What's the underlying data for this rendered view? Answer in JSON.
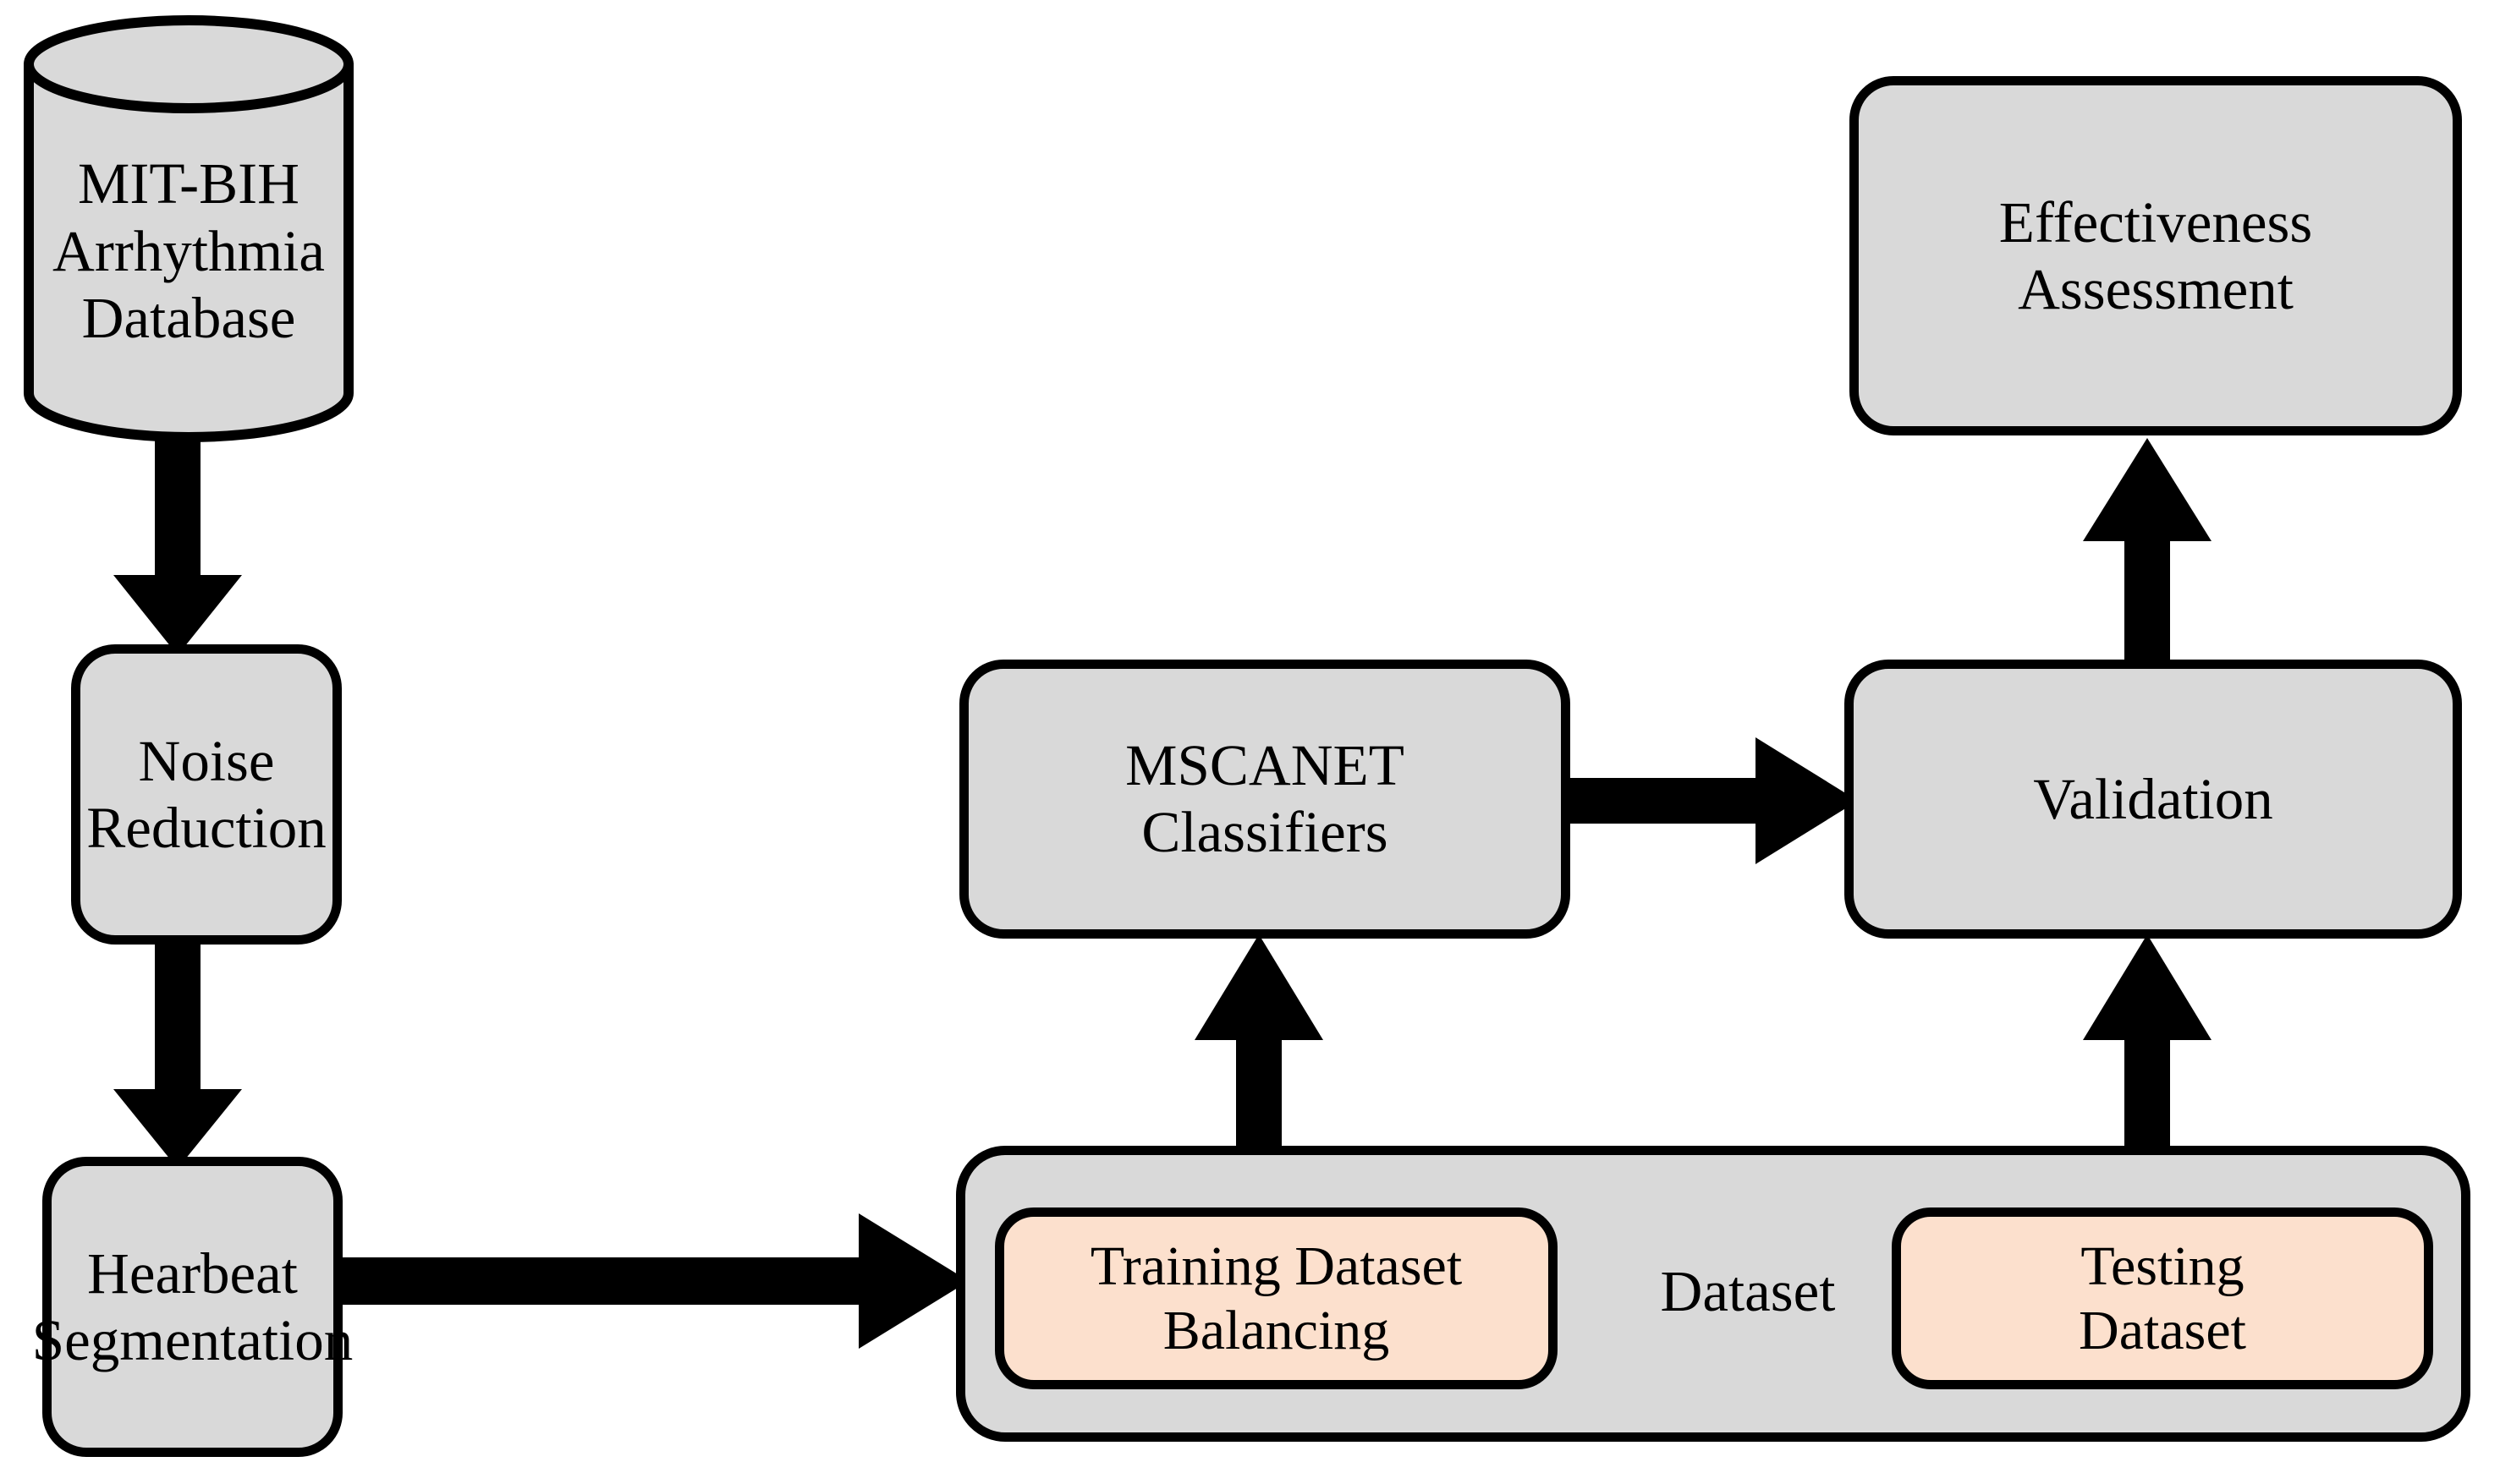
{
  "diagram": {
    "title": "MSCANET ECG arrhythmia classification workflow",
    "colors": {
      "node_fill": "#d9d9d9",
      "subnode_fill": "#fce0cd",
      "stroke": "#000000",
      "background": "#ffffff"
    },
    "nodes": [
      {
        "id": "database",
        "label": "MIT-BIH\nArrhythmia\nDatabase",
        "shape": "cylinder"
      },
      {
        "id": "noise",
        "label": "Noise\nReduction",
        "shape": "rounded-rect"
      },
      {
        "id": "segmentation",
        "label": "Hearbeat\nSegmentation",
        "shape": "rounded-rect"
      },
      {
        "id": "dataset-group",
        "label": "Dataset",
        "shape": "rounded-rect-group"
      },
      {
        "id": "training",
        "label": "Training Dataset\nBalancing",
        "shape": "rounded-rect-sub"
      },
      {
        "id": "testing",
        "label": "Testing\nDataset",
        "shape": "rounded-rect-sub"
      },
      {
        "id": "classifiers",
        "label": "MSCANET\nClassifiers",
        "shape": "rounded-rect"
      },
      {
        "id": "validation",
        "label": "Validation",
        "shape": "rounded-rect"
      },
      {
        "id": "effectiveness",
        "label": "Effectiveness\nAssessment",
        "shape": "rounded-rect"
      }
    ],
    "edges": [
      {
        "from": "database",
        "to": "noise",
        "direction": "down"
      },
      {
        "from": "noise",
        "to": "segmentation",
        "direction": "down"
      },
      {
        "from": "segmentation",
        "to": "dataset-group",
        "direction": "right"
      },
      {
        "from": "training",
        "to": "classifiers",
        "direction": "up"
      },
      {
        "from": "classifiers",
        "to": "validation",
        "direction": "right"
      },
      {
        "from": "testing",
        "to": "validation",
        "direction": "up"
      },
      {
        "from": "validation",
        "to": "effectiveness",
        "direction": "up"
      }
    ]
  }
}
